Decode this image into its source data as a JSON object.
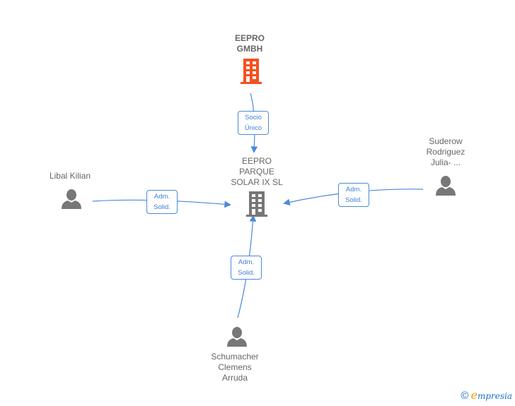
{
  "colors": {
    "edge": "#4a89dc",
    "edge_label_text": "#3f7fd6",
    "node_text": "#666666",
    "person_icon": "#777777",
    "company_icon": "#777777",
    "highlight_company_icon": "#f4511e"
  },
  "nodes": {
    "parent_company": {
      "name_line1": "EEPRO",
      "name_line2": "GMBH",
      "icon": "building-icon"
    },
    "main_company": {
      "name_line1": "EEPRO",
      "name_line2": "PARQUE",
      "name_line3": "SOLAR IX  SL",
      "icon": "building-icon"
    },
    "person_left": {
      "name": "Libal Kilian",
      "icon": "person-icon"
    },
    "person_right": {
      "name_line1": "Suderow",
      "name_line2": "Rodriguez",
      "name_line3": "Julia- ...",
      "icon": "person-icon"
    },
    "person_bottom": {
      "name_line1": "Schumacher",
      "name_line2": "Clemens",
      "name_line3": "Arruda",
      "icon": "person-icon"
    }
  },
  "edges": {
    "parent_to_main": {
      "line1": "Socio",
      "line2": "Único"
    },
    "left_to_main": {
      "line1": "Adm.",
      "line2": "Solid."
    },
    "right_to_main": {
      "line1": "Adm.",
      "line2": "Solid."
    },
    "bottom_to_main": {
      "line1": "Adm.",
      "line2": "Solid."
    }
  },
  "footer": {
    "copyright_symbol": "©",
    "brand_initial": "e",
    "brand_rest": "mpresia"
  }
}
